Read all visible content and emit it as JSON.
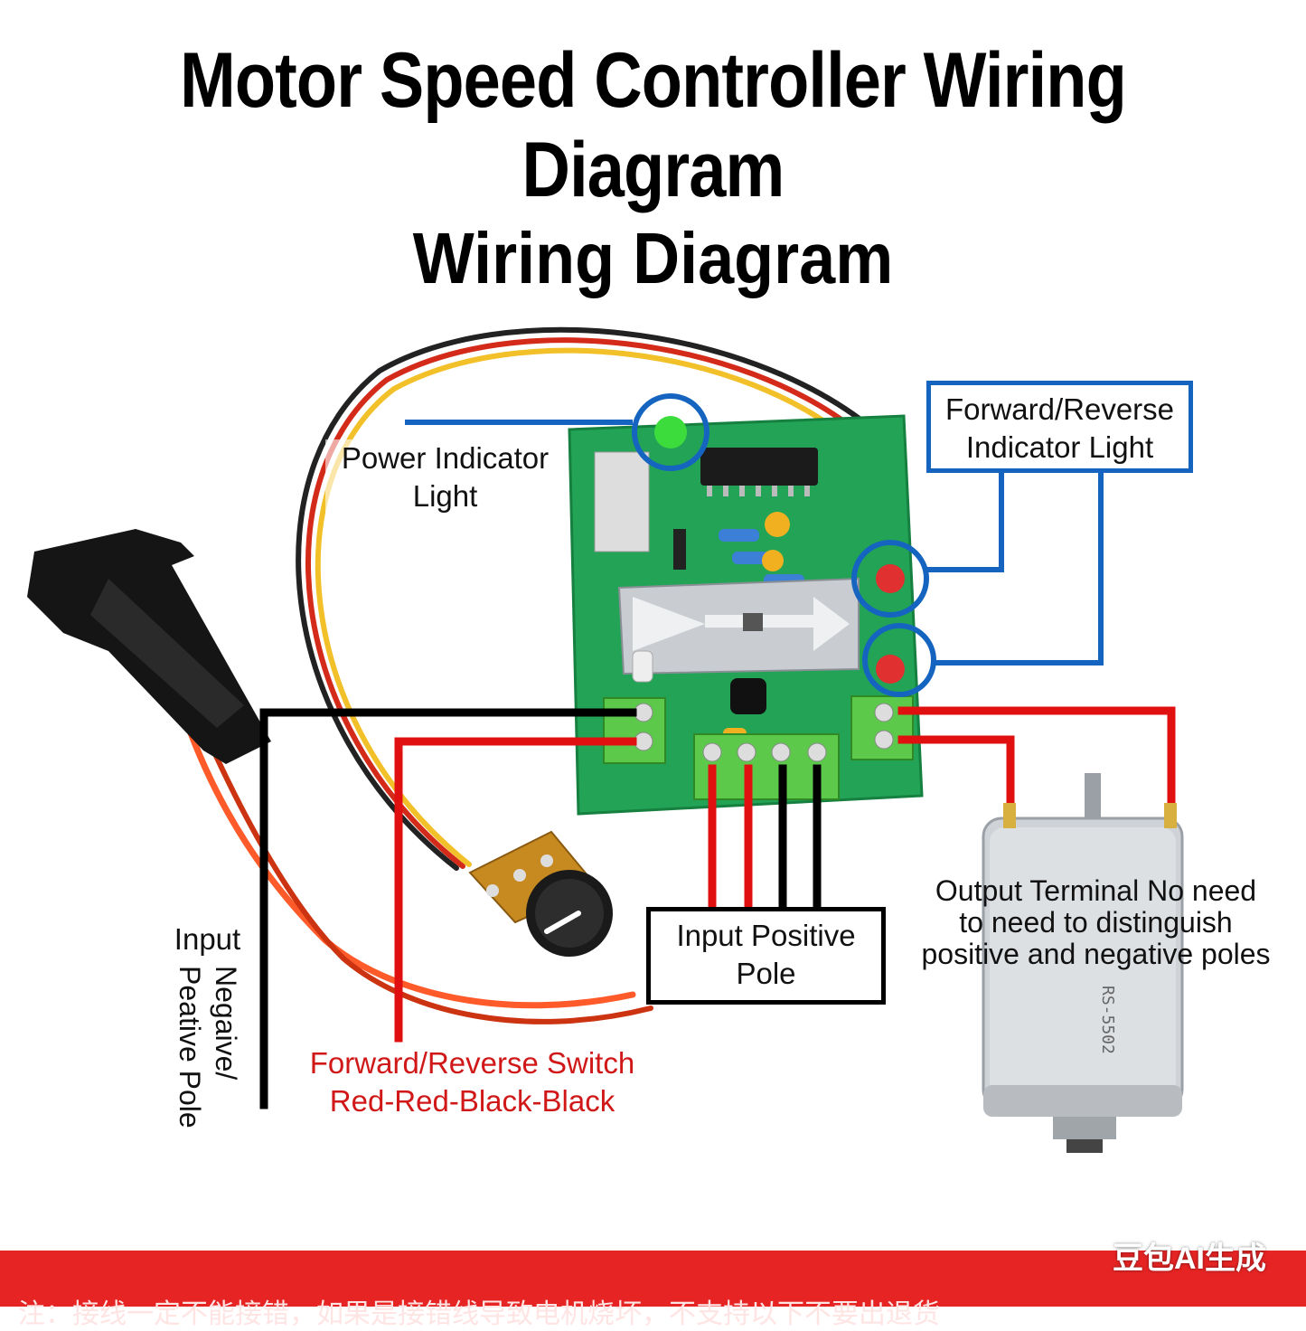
{
  "title": "Motor Speed Controller Wiring Diagram",
  "subtitle": "Wiring Diagram",
  "labels": {
    "power_indicator": [
      "Power Indicator",
      "Light"
    ],
    "fr_indicator": [
      "Forward/Reverse",
      "Indicator Light"
    ],
    "input_positive": [
      "Input Positive",
      "Pole"
    ],
    "output_terminal": [
      "Output Terminal No need",
      "to need to distinguish",
      "positive and negative poles"
    ],
    "input_label": "Input",
    "negative_positive": [
      "Negaive/",
      "Peative Pole"
    ],
    "fr_switch": [
      "Forward/Reverse Switch",
      "Red-Red-Black-Black"
    ]
  },
  "footer": {
    "watermark": "豆包AI生成",
    "note": "注：接线一定不能接错，如果是接错线导致电机烧坏，不支持以下不要出退货"
  },
  "colors": {
    "pcb": "#22a356",
    "wire_red": "#e01010",
    "wire_black": "#000000",
    "callout_blue": "#1565c0",
    "terminal_green": "#5cc94a",
    "bottom_bar": "#e62424"
  }
}
